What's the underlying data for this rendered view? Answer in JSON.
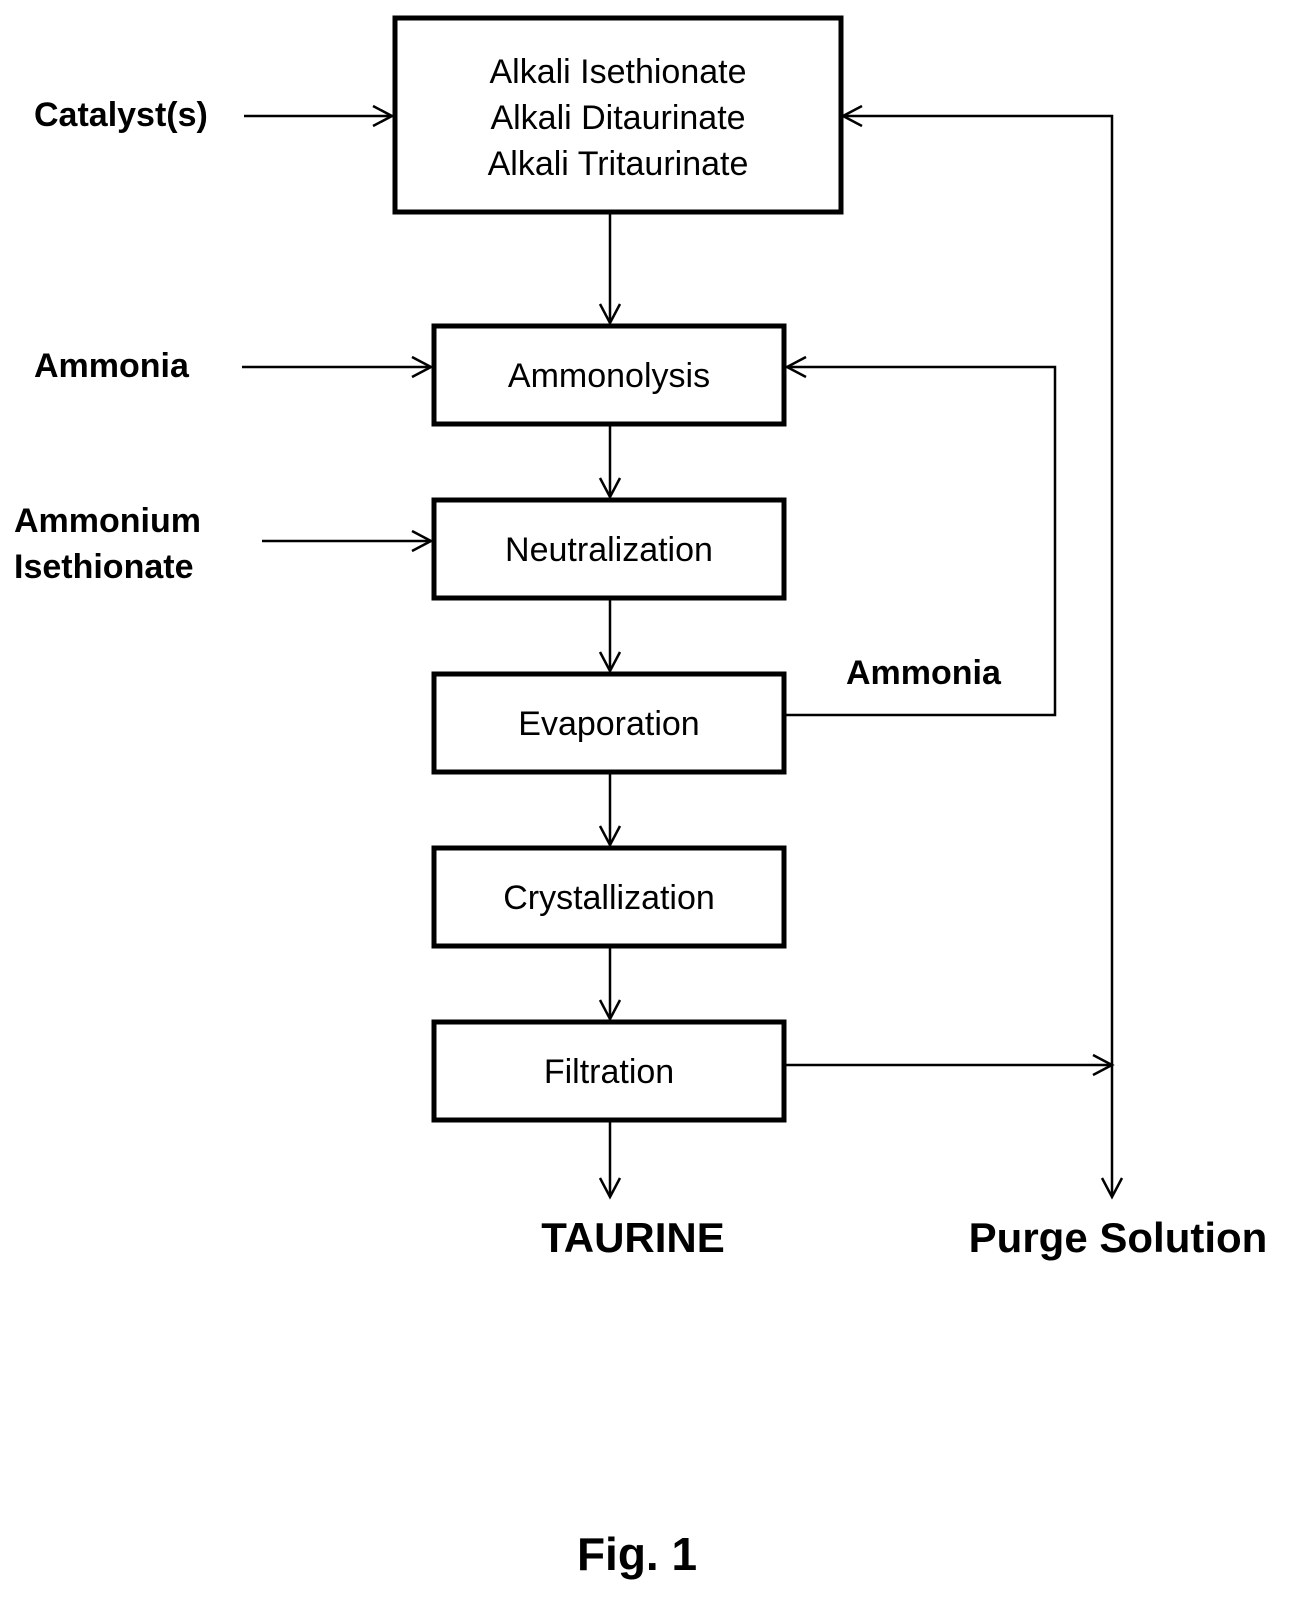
{
  "figure": {
    "caption": "Fig. 1"
  },
  "boxes": {
    "feed": {
      "line1": "Alkali Isethionate",
      "line2": "Alkali Ditaurinate",
      "line3": "Alkali Tritaurinate"
    },
    "ammonolysis": "Ammonolysis",
    "neutralization": "Neutralization",
    "evaporation": "Evaporation",
    "crystallization": "Crystallization",
    "filtration": "Filtration"
  },
  "inputs": {
    "catalyst": "Catalyst(s)",
    "ammonia": "Ammonia",
    "ammonium_isethionate": {
      "line1": "Ammonium",
      "line2": "Isethionate"
    }
  },
  "recycle": {
    "ammonia_label": "Ammonia"
  },
  "outputs": {
    "taurine": "TAURINE",
    "purge": "Purge Solution"
  }
}
